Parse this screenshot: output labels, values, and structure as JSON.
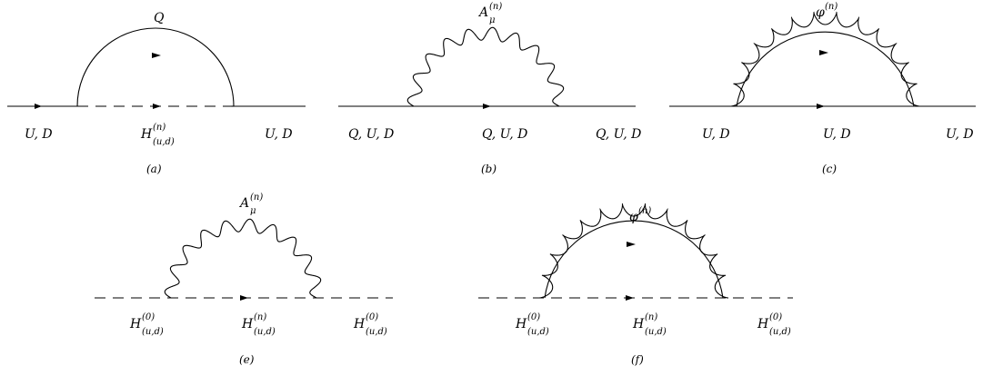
{
  "diagrams": {
    "a": {
      "caption": "(a)",
      "loop_label": "Q",
      "left_label": "U, D",
      "mid_label_main": "H",
      "mid_label_sup": "(n)",
      "mid_label_sub": "(u,d)",
      "right_label": "U, D"
    },
    "b": {
      "caption": "(b)",
      "loop_label_main": "A",
      "loop_label_sup": "(n)",
      "loop_label_sub": "μ",
      "left_label": "Q, U, D",
      "mid_label": "Q, U, D",
      "right_label": "Q, U, D"
    },
    "c": {
      "caption": "(c)",
      "loop_label_main": "φ",
      "loop_label_sup": "(n)",
      "left_label": "U, D",
      "mid_label": "U, D",
      "right_label": "U, D"
    },
    "e": {
      "caption": "(e)",
      "loop_label_main": "A",
      "loop_label_sup": "(n)",
      "loop_label_sub": "μ",
      "left_main": "H",
      "left_sup": "(0)",
      "left_sub": "(u,d)",
      "mid_main": "H",
      "mid_sup": "(n)",
      "mid_sub": "(u,d)",
      "right_main": "H",
      "right_sup": "(0)",
      "right_sub": "(u,d)"
    },
    "f": {
      "caption": "(f)",
      "loop_label_main": "φ",
      "loop_label_sup": "(n)",
      "left_main": "H",
      "left_sup": "(0)",
      "left_sub": "(u,d)",
      "mid_main": "H",
      "mid_sup": "(n)",
      "mid_sub": "(u,d)",
      "right_main": "H",
      "right_sup": "(0)",
      "right_sub": "(u,d)"
    }
  }
}
